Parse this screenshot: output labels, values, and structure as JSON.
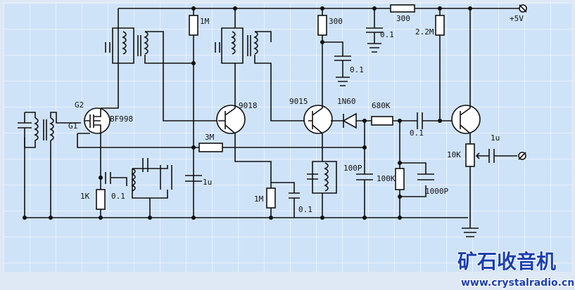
{
  "labels": {
    "g2": "G2",
    "g1": "G1",
    "bf998": "BF998",
    "r_1m_top": "1M",
    "q_9018": "9018",
    "q_9015": "9015",
    "r_300_mid": "300",
    "c_01_a": "0.1",
    "r_300_top": "300",
    "c_01_top": "0.1",
    "r_22m": "2.2M",
    "plus5v": "+5V",
    "d_1n60": "1N60",
    "r_680k": "680K",
    "c_01_b": "0.1",
    "r_3m": "3M",
    "c_1u_mid": "1u",
    "c_1u_out": "1u",
    "pot_10k": "10K",
    "c_100p": "100P",
    "r_100k": "100K",
    "c_1000p": "1000P",
    "r_1k": "1K",
    "c_01_c": "0.1",
    "r_1m_low": "1M",
    "c_01_d": "0.1"
  },
  "watermark": {
    "brand": "矿石收音机",
    "url": "www.crystalradio.cn"
  },
  "colors": {
    "background": "#cfe3f8",
    "grid": "#ffffff",
    "frame": "#dfe9f5",
    "wire": "#111111",
    "brand": "#1a3fb0"
  }
}
